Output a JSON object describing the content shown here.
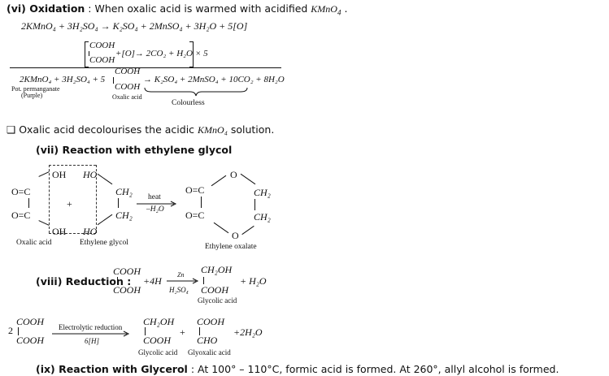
{
  "oxidation": {
    "heading_label": "(vi) Oxidation",
    "heading_text": " : When oxalic acid is warmed with acidified ",
    "reagent": "KMnO",
    "reagent_sub": "4",
    "reagent_tail": " .",
    "eq1": "2KMnO₄ + 3H₂SO₄ → K₂SO₄ + 2MnSO₄ + 3H₂O + 5[O]",
    "cooh": "COOH",
    "bracket_reaction": "+[O]→ 2CO₂ + H₂O",
    "times5": "× 5",
    "sum_left": "2KMnO₄  + 3H₂SO₄ + 5",
    "sum_right": "→ K₂SO₄ + 2MnSO₄ + 10CO₂ + 8H₂O",
    "pot_label_1": "Pot. permanganate",
    "pot_label_2": "(Purple)",
    "oxalic_label": "Oxalic acid",
    "colourless_label": "Colourless"
  },
  "note": {
    "box": "❑",
    "text_a": " Oxalic acid decolourises the acidic ",
    "reagent": "KMnO₄",
    "text_b": " solution."
  },
  "glycol": {
    "heading": "(vii) Reaction with ethylene glycol",
    "oh": "OH",
    "ho": "HO",
    "oc": "O=C",
    "ch2": "CH₂",
    "plus": "+",
    "heat": "heat",
    "minus_water": "–H₂O",
    "o": "O",
    "label_oxalic": "Oxalic acid",
    "label_glycol": "Ethylene glycol",
    "label_oxalate": "Ethylene oxalate"
  },
  "reduction": {
    "heading": "(viii) Reduction : ",
    "cooh": "COOH",
    "plus4h": "+4H",
    "zn": "Zn",
    "h2so4": "H₂SO₄",
    "ch2oh": "CH₂OH",
    "plus_water": "+ H₂O",
    "glycolic_label": "Glycolic acid",
    "coeff2": "2",
    "electrolytic": "Electrolytic reduction",
    "six_h": "6[H]",
    "cho": "CHO",
    "plus": "+",
    "plus_2water": "+2H₂O",
    "label_glycolic2": "Glycolic acid",
    "label_glyoxalic": "Glyoxalic acid"
  },
  "glycerol": {
    "heading": "(ix) Reaction with Glycerol",
    "text": " : At 100° – 110°C, formic acid is formed. At 260°, allyl alcohol is formed."
  }
}
